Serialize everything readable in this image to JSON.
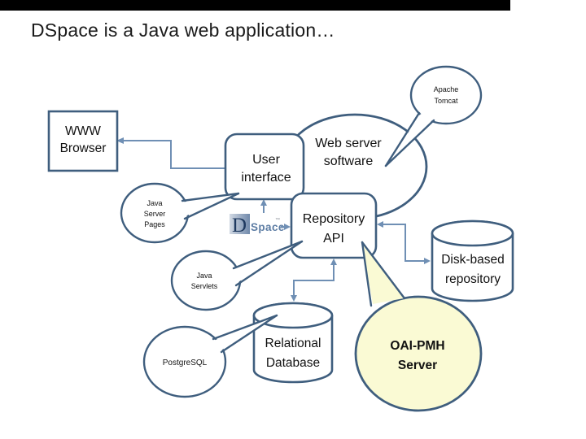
{
  "slide": {
    "title": "DSpace is a Java web application…"
  },
  "colors": {
    "shape_border": "#3f5e7e",
    "connector": "#6f8fb4",
    "callout_yellow": "#fafad4",
    "logo_navy": "#1f3a60",
    "logo_steel": "#5d7da4",
    "title_text": "#1a1a1a",
    "label_text": "#111111"
  },
  "nodes": {
    "www_browser": {
      "lines": [
        "WWW",
        "Browser"
      ]
    },
    "user_interface": {
      "lines": [
        "User",
        "interface"
      ]
    },
    "web_server_software": {
      "lines": [
        "Web server",
        "software"
      ]
    },
    "repository_api": {
      "lines": [
        "Repository",
        "API"
      ]
    },
    "disk_based_repository": {
      "lines": [
        "Disk-based",
        "repository"
      ]
    },
    "relational_database": {
      "lines": [
        "Relational",
        "Database"
      ]
    },
    "apache_tomcat": {
      "lines": [
        "Apache",
        "Tomcat"
      ]
    },
    "java_server_pages": {
      "lines": [
        "Java",
        "Server",
        "Pages"
      ]
    },
    "java_servlets": {
      "lines": [
        "Java",
        "Servlets"
      ]
    },
    "postgresql": {
      "lines": [
        "PostgreSQL"
      ]
    },
    "oai_pmh_server": {
      "lines": [
        "OAI-PMH",
        "Server"
      ]
    },
    "dspace_logo": {
      "d": "D",
      "space": "Space",
      "tm": "™"
    }
  }
}
